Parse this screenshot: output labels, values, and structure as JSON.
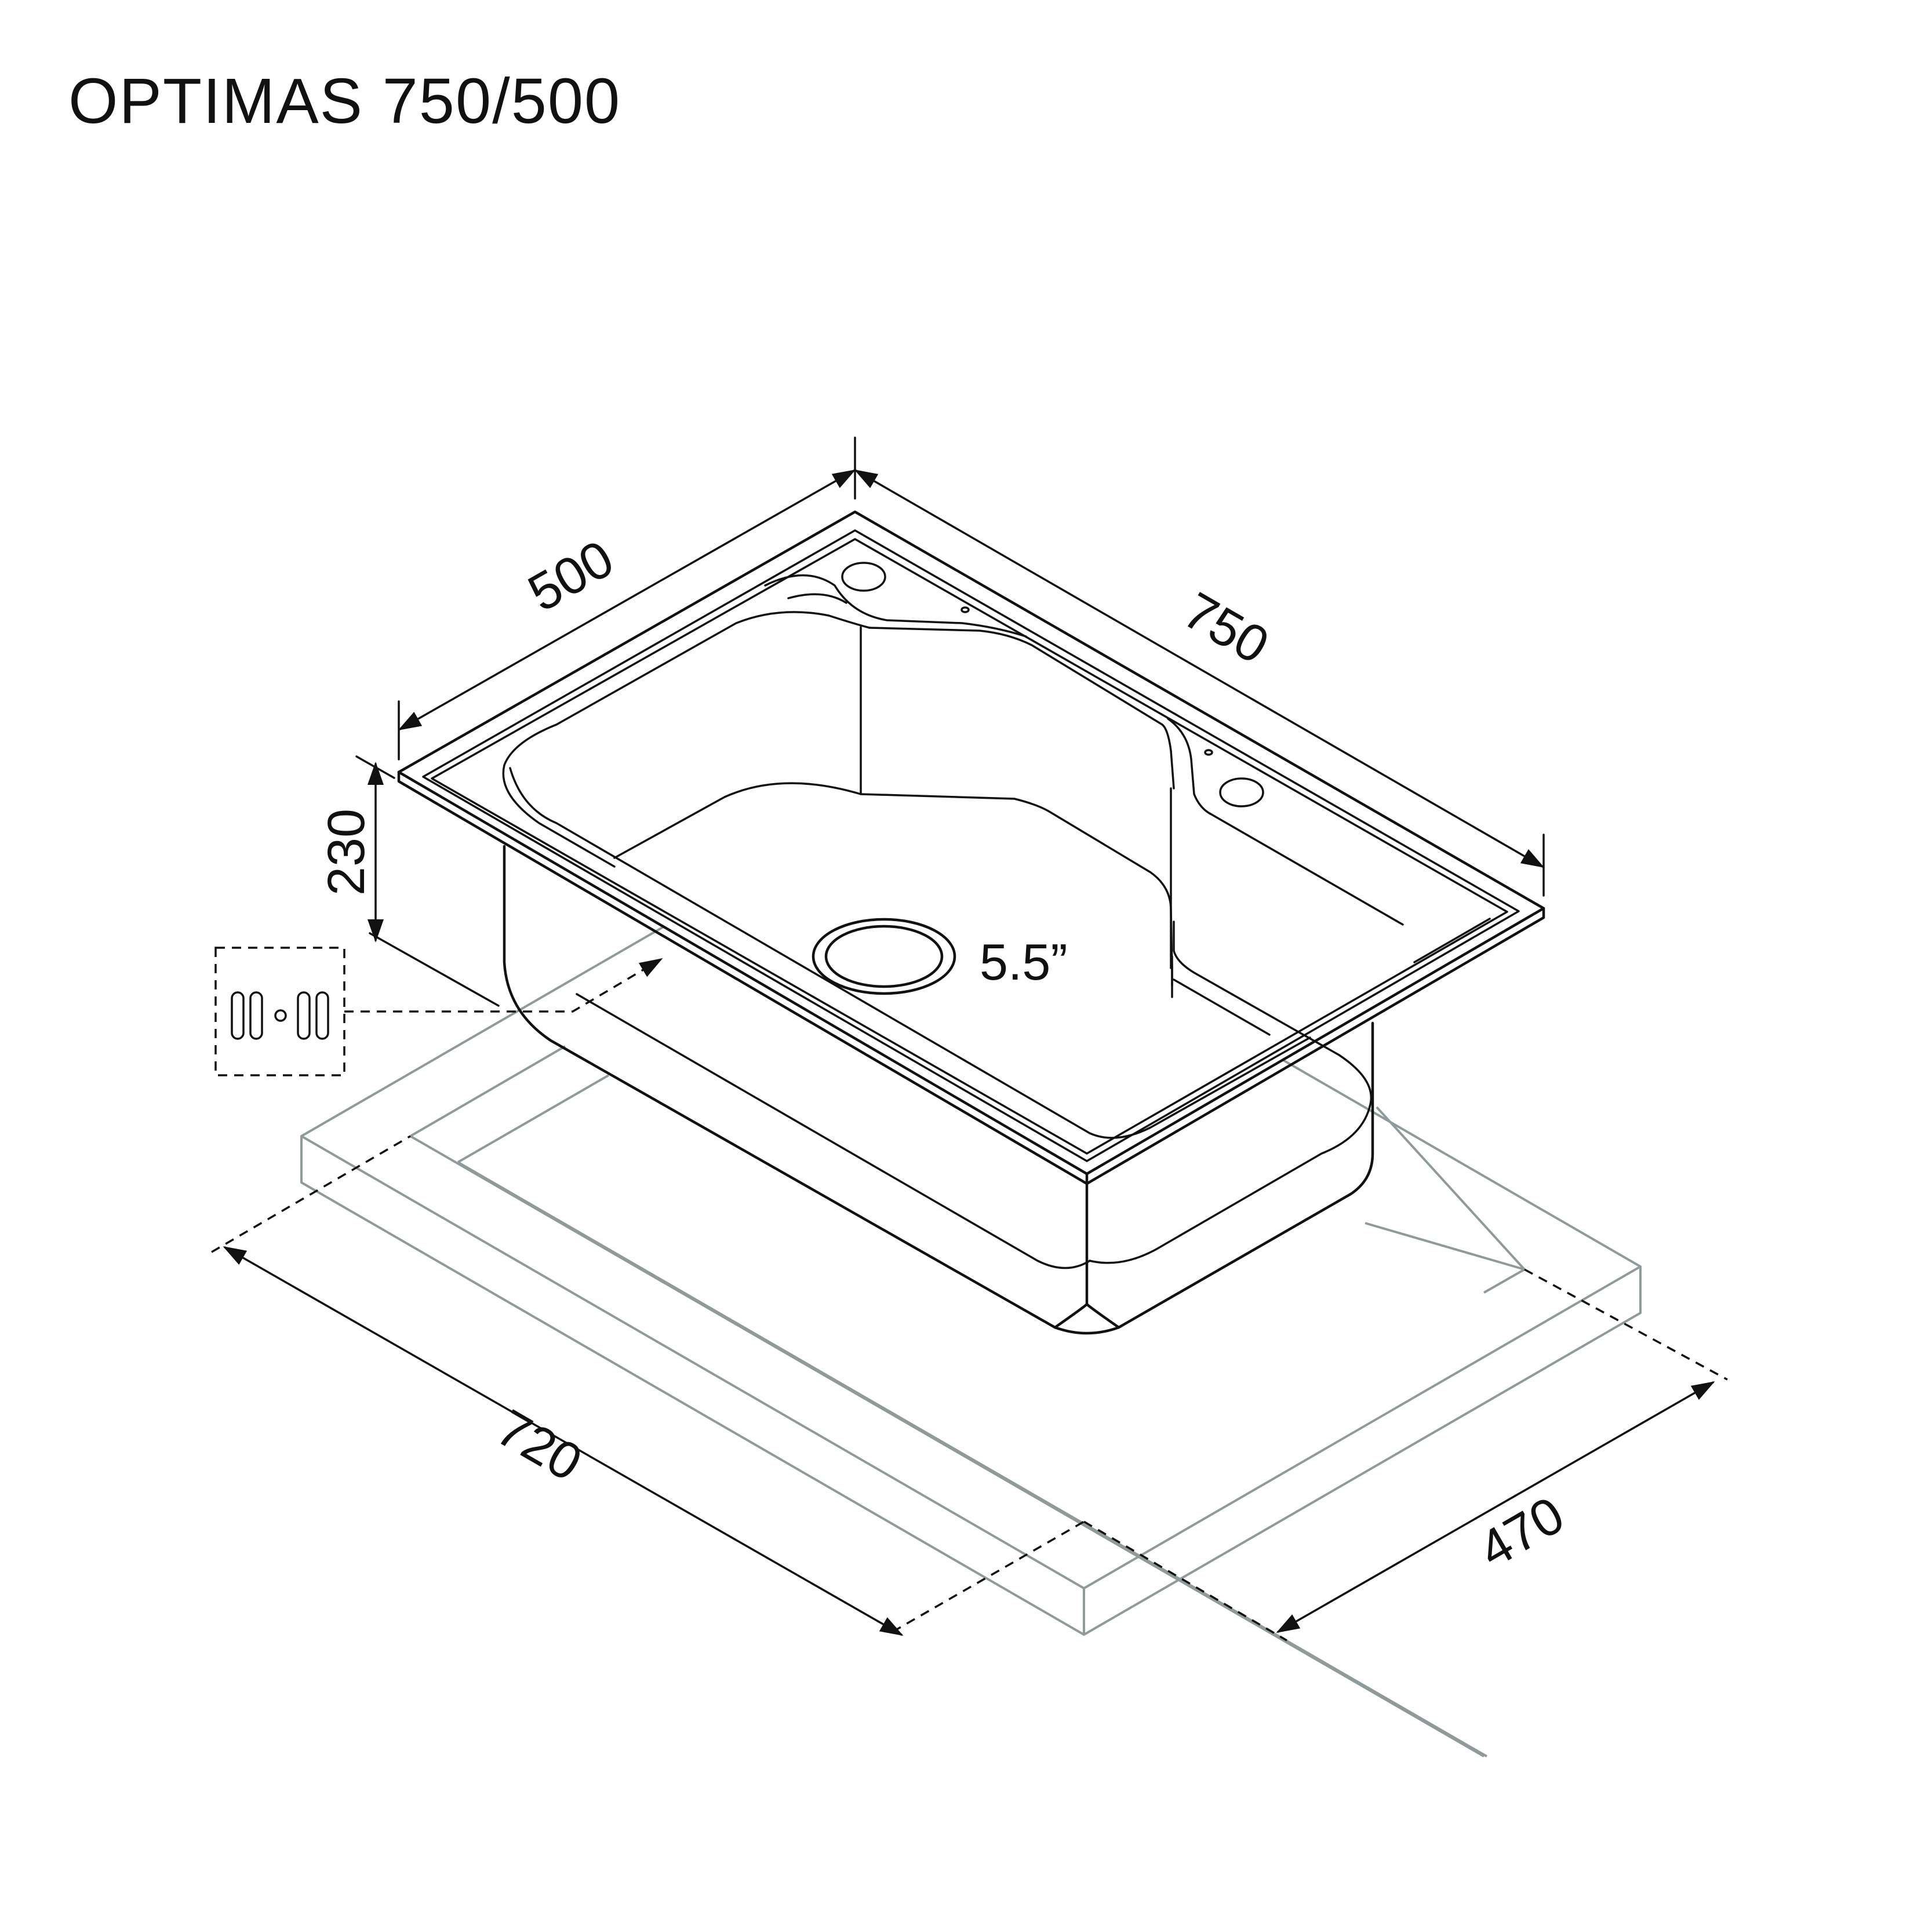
{
  "title": "OPTIMAS 750/500",
  "dimensions": {
    "width": "500",
    "length": "750",
    "depth": "230",
    "cutout_length": "720",
    "cutout_width": "470",
    "drain": "5.5”"
  },
  "colors": {
    "line": "#111111",
    "countertop": "#8f9a9a",
    "background": "#ffffff"
  }
}
